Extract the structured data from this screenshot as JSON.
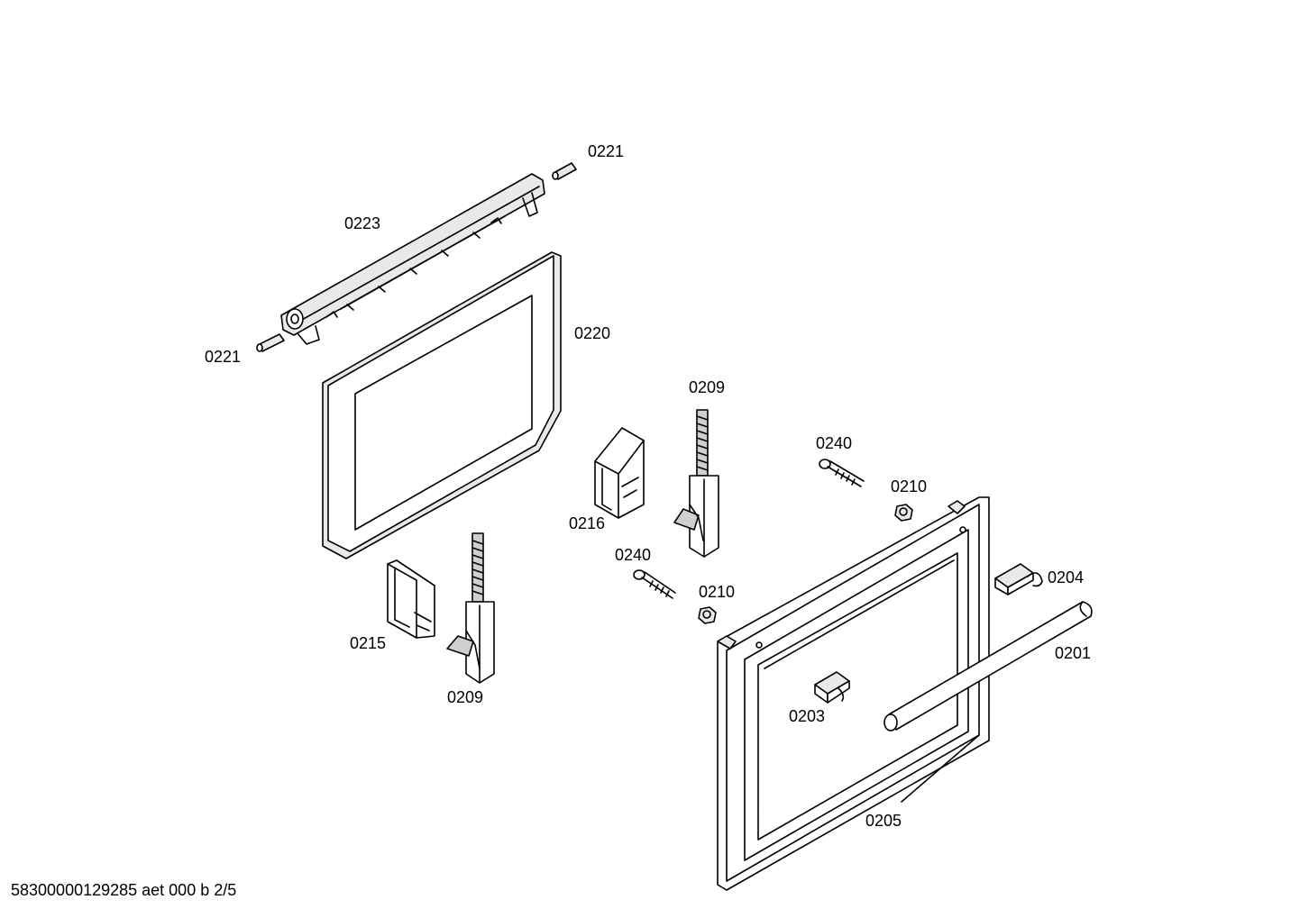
{
  "labels": {
    "p0221_top": "0221",
    "p0223": "0223",
    "p0221_left": "0221",
    "p0220": "0220",
    "p0209_top": "0209",
    "p0240_top": "0240",
    "p0210_top": "0210",
    "p0216": "0216",
    "p0240_mid": "0240",
    "p0210_mid": "0210",
    "p0204": "0204",
    "p0215": "0215",
    "p0201": "0201",
    "p0209_bottom": "0209",
    "p0203": "0203",
    "p0205": "0205"
  },
  "footer": "58300000129285 aet 000 b 2/5"
}
